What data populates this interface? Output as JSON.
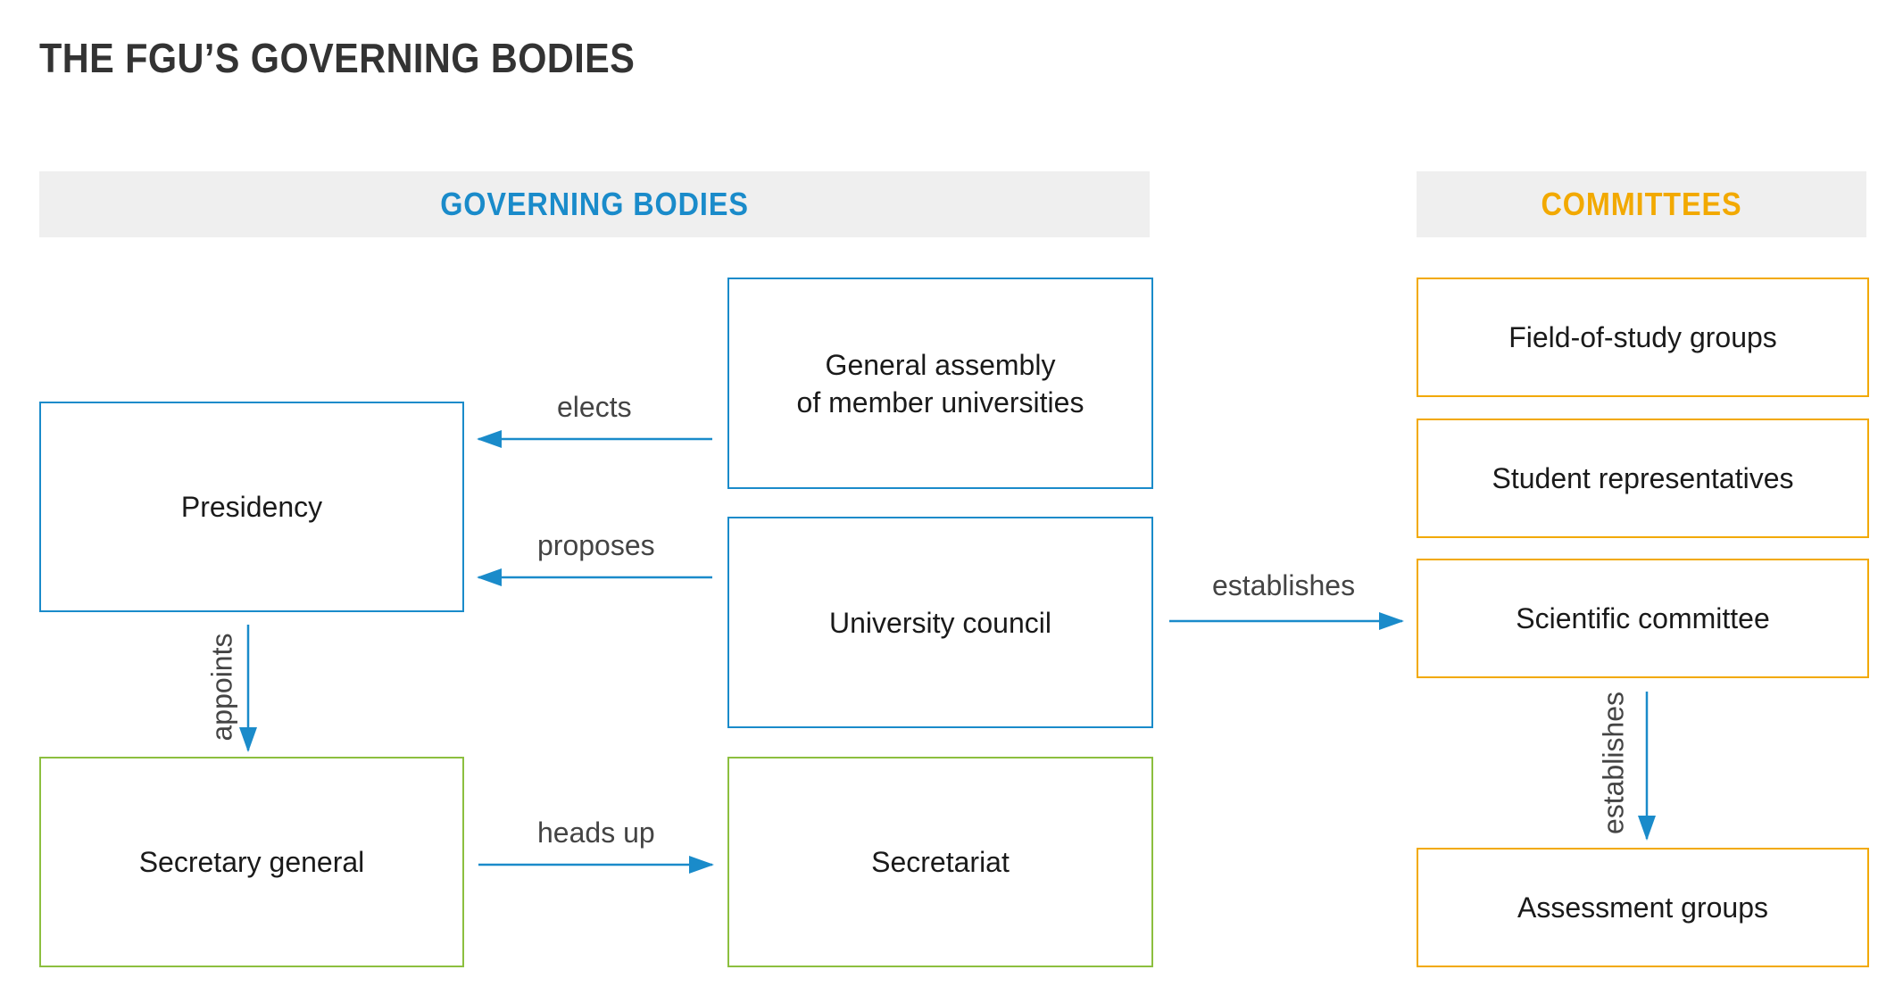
{
  "title": "THE FGU’S GOVERNING BODIES",
  "headers": {
    "governing": "GOVERNING BODIES",
    "committees": "COMMITTEES"
  },
  "boxes": {
    "presidency": "Presidency",
    "general_assembly": "General assembly\nof member universities",
    "university_council": "University council",
    "secretary_general": "Secretary general",
    "secretariat": "Secretariat",
    "field_of_study_groups": "Field-of-study groups",
    "student_representatives": "Student representatives",
    "scientific_committee": "Scientific committee",
    "assessment_groups": "Assessment groups"
  },
  "relations": {
    "elects": "elects",
    "proposes": "proposes",
    "appoints": "appoints",
    "heads_up": "heads up",
    "establishes_committees": "establishes",
    "establishes_groups": "establishes"
  },
  "colors": {
    "governing": "#1a8bca",
    "committees": "#f2a900",
    "administration": "#8cbf3f",
    "arrow": "#1a8bca"
  }
}
